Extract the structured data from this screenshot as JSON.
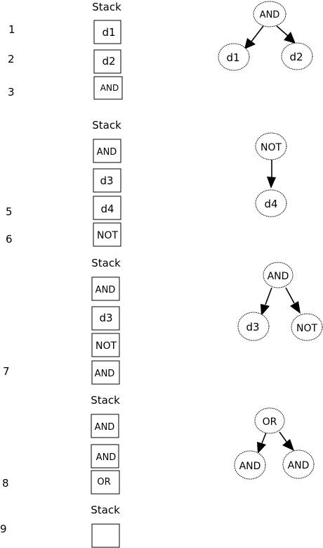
{
  "step_numbers": [
    "1",
    "2",
    "3",
    "5",
    "6",
    "7",
    "8",
    "9"
  ],
  "stack_title": "Stack",
  "stacks": [
    {
      "items": [
        "d1",
        "d2",
        "AND"
      ]
    },
    {
      "items": [
        "AND",
        "d3",
        "d4",
        "NOT"
      ]
    },
    {
      "items": [
        "AND",
        "d3",
        "NOT",
        "AND"
      ]
    },
    {
      "items": [
        "AND",
        "AND",
        "OR"
      ]
    },
    {
      "items": [
        ""
      ]
    }
  ],
  "trees": [
    {
      "root": "AND",
      "children": [
        "d1",
        "d2"
      ]
    },
    {
      "root": "NOT",
      "children": [
        "d4"
      ]
    },
    {
      "root": "AND",
      "children": [
        "d3",
        "NOT"
      ]
    },
    {
      "root": "OR",
      "children": [
        "AND",
        "AND"
      ]
    }
  ]
}
